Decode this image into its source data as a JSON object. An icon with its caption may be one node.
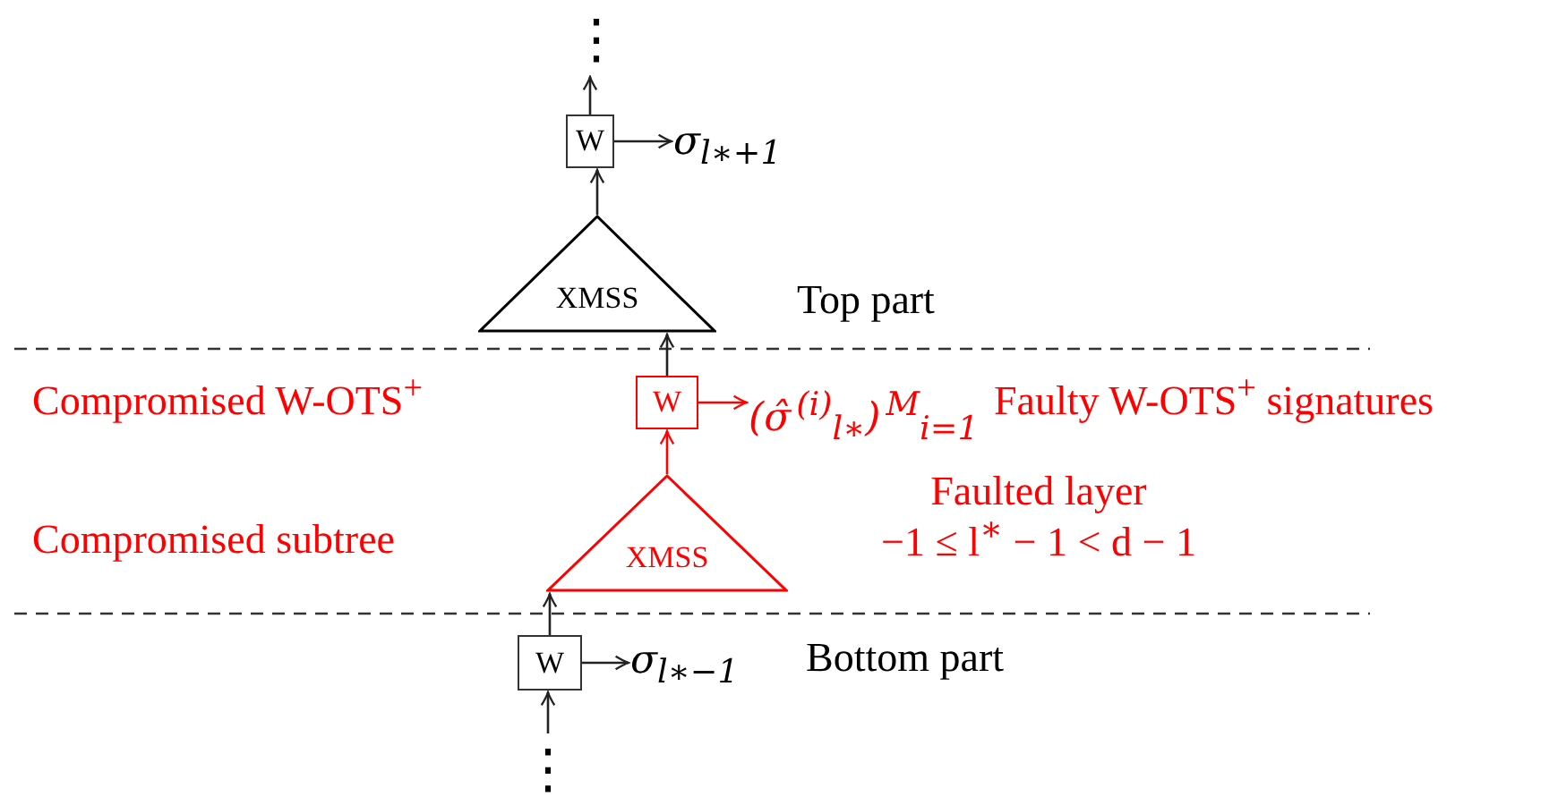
{
  "diagram": {
    "nodes": [
      {
        "text": [
          "⋮"
        ]
      },
      {
        "text": [
          "W"
        ]
      },
      {
        "text": [
          "σ$_{l∗+1}$"
        ]
      },
      {
        "text": [
          "XMSS"
        ]
      },
      {
        "text": [
          "W"
        ]
      },
      {
        "text": [
          "(σ̂$^{(i)}$$_{l∗}$)$^{M}$$_{i=1}$"
        ]
      },
      {
        "text": [
          "XMSS"
        ]
      },
      {
        "text": [
          "W"
        ]
      },
      {
        "text": [
          "σ$_{l∗−1}$"
        ]
      },
      {
        "text": [
          "⋮"
        ]
      }
    ],
    "edges": [
      {
        "from": 1,
        "to": 0,
        "arrow": "to"
      },
      {
        "from": 1,
        "to": 2,
        "arrow": "to"
      },
      {
        "from": 3,
        "to": 1,
        "arrow": "to"
      },
      {
        "from": 4,
        "to": 3,
        "arrow": "to"
      },
      {
        "from": 4,
        "to": 5,
        "arrow": "to",
        "color": "#ff0000"
      },
      {
        "from": 6,
        "to": 4,
        "arrow": "to",
        "color": "#ff0000"
      },
      {
        "from": 7,
        "to": 6,
        "arrow": "to"
      },
      {
        "from": 7,
        "to": 8,
        "arrow": "to"
      },
      {
        "from": 9,
        "to": 7,
        "arrow": "to"
      }
    ],
    "labels": [
      "Top part",
      "Compromised W-OTS$^{+}$",
      "Faulty W-OTS$^{+}$ signatures",
      "Faulted layer",
      "−1 ≤ l$^{∗}$ − 1 < d − 1",
      "Compromised subtree",
      "Bottom part"
    ]
  }
}
